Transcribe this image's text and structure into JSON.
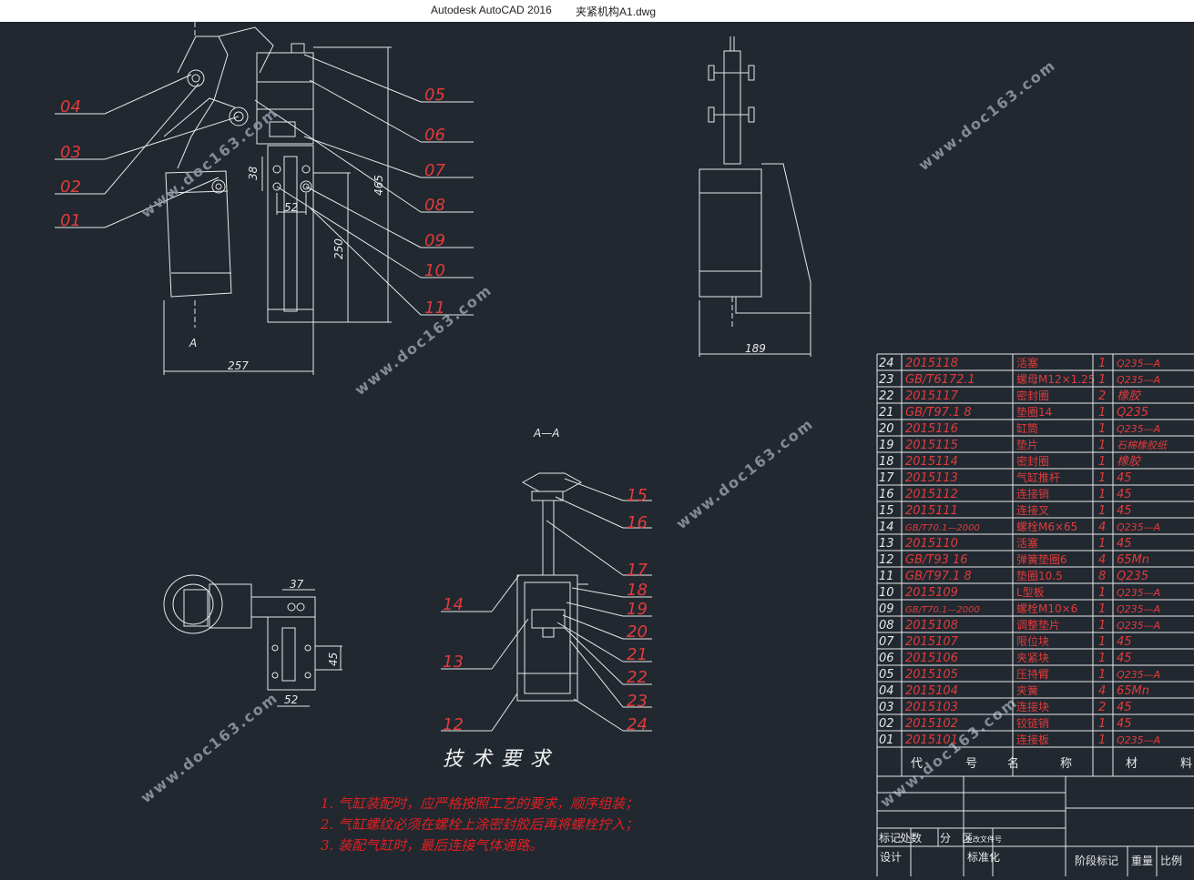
{
  "window": {
    "app_title": "Autodesk AutoCAD 2016",
    "file_name": "夹紧机构A1.dwg"
  },
  "dimensions": {
    "d465": "465",
    "d38": "38",
    "d52_top": "52",
    "d250": "250",
    "d257": "257",
    "d189": "189",
    "d37": "37",
    "d45": "45",
    "d52_bottom": "52",
    "section_label_a": "A",
    "section_title": "A—A"
  },
  "balloons_main": [
    "01",
    "02",
    "03",
    "04",
    "05",
    "06",
    "07",
    "08",
    "09",
    "10",
    "11"
  ],
  "balloons_section": [
    "12",
    "13",
    "14",
    "15",
    "16",
    "17",
    "18",
    "19",
    "20",
    "21",
    "22",
    "23",
    "24"
  ],
  "watermark": "www.doc163.com",
  "tech": {
    "title": "技术要求",
    "notes": [
      "1. 气缸装配时，应严格按照工艺的要求，顺序组装；",
      "2. 气缸螺纹必须在螺栓上涂密封胶后再将螺栓拧入；",
      "3. 装配气缸时，最后连接气体通路。"
    ]
  },
  "bom": {
    "rows": [
      {
        "no": "24",
        "code": "2015118",
        "name": "活塞",
        "qty": "1",
        "mat": "Q235—A"
      },
      {
        "no": "23",
        "code": "GB/T6172.1",
        "name": "螺母M12×1.25",
        "qty": "1",
        "mat": "Q235—A"
      },
      {
        "no": "22",
        "code": "2015117",
        "name": "密封圈",
        "qty": "2",
        "mat": "橡胶"
      },
      {
        "no": "21",
        "code": "GB/T97.1  8",
        "name": "垫圈14",
        "qty": "1",
        "mat": "Q235"
      },
      {
        "no": "20",
        "code": "2015116",
        "name": "缸筒",
        "qty": "1",
        "mat": "Q235—A"
      },
      {
        "no": "19",
        "code": "2015115",
        "name": "垫片",
        "qty": "1",
        "mat": "石棉橡胶纸"
      },
      {
        "no": "18",
        "code": "2015114",
        "name": "密封圈",
        "qty": "1",
        "mat": "橡胶"
      },
      {
        "no": "17",
        "code": "2015113",
        "name": "气缸推杆",
        "qty": "1",
        "mat": "45"
      },
      {
        "no": "16",
        "code": "2015112",
        "name": "连接销",
        "qty": "1",
        "mat": "45"
      },
      {
        "no": "15",
        "code": "2015111",
        "name": "连接叉",
        "qty": "1",
        "mat": "45"
      },
      {
        "no": "14",
        "code": "GB/T70.1—2000",
        "name": "螺栓M6×65",
        "qty": "4",
        "mat": "Q235—A"
      },
      {
        "no": "13",
        "code": "2015110",
        "name": "活塞",
        "qty": "1",
        "mat": "45"
      },
      {
        "no": "12",
        "code": "GB/T93  16",
        "name": "弹簧垫圈6",
        "qty": "4",
        "mat": "65Mn"
      },
      {
        "no": "11",
        "code": "GB/T97.1  8",
        "name": "垫圈10.5",
        "qty": "8",
        "mat": "Q235"
      },
      {
        "no": "10",
        "code": "2015109",
        "name": "L型板",
        "qty": "1",
        "mat": "Q235—A"
      },
      {
        "no": "09",
        "code": "GB/T70.1—2000",
        "name": "螺栓M10×6",
        "qty": "1",
        "mat": "Q235—A"
      },
      {
        "no": "08",
        "code": "2015108",
        "name": "调整垫片",
        "qty": "1",
        "mat": "Q235—A"
      },
      {
        "no": "07",
        "code": "2015107",
        "name": "限位块",
        "qty": "1",
        "mat": "45"
      },
      {
        "no": "06",
        "code": "2015106",
        "name": "夹紧块",
        "qty": "1",
        "mat": "45"
      },
      {
        "no": "05",
        "code": "2015105",
        "name": "压持臂",
        "qty": "1",
        "mat": "Q235—A"
      },
      {
        "no": "04",
        "code": "2015104",
        "name": "夹簧",
        "qty": "4",
        "mat": "65Mn"
      },
      {
        "no": "03",
        "code": "2015103",
        "name": "连接块",
        "qty": "2",
        "mat": "45"
      },
      {
        "no": "02",
        "code": "2015102",
        "name": "铰链销",
        "qty": "1",
        "mat": "45"
      },
      {
        "no": "01",
        "code": "2015101",
        "name": "连接板",
        "qty": "1",
        "mat": "Q235—A"
      }
    ],
    "header": {
      "code": "代",
      "code2": "号",
      "name": "名",
      "name2": "称",
      "mat": "材",
      "mat2": "料"
    },
    "title_block": {
      "mark": "标记",
      "count": "处数",
      "zone": "分　区",
      "doc": "更改文件号",
      "design": "设计",
      "std": "标准化",
      "stage": "阶段标记",
      "weight": "重量",
      "scale": "比例"
    }
  },
  "colors": {
    "background": "#212830",
    "line": "#e8e8e8",
    "annotation": "#e23b3b",
    "watermark": "#8d96a0"
  }
}
